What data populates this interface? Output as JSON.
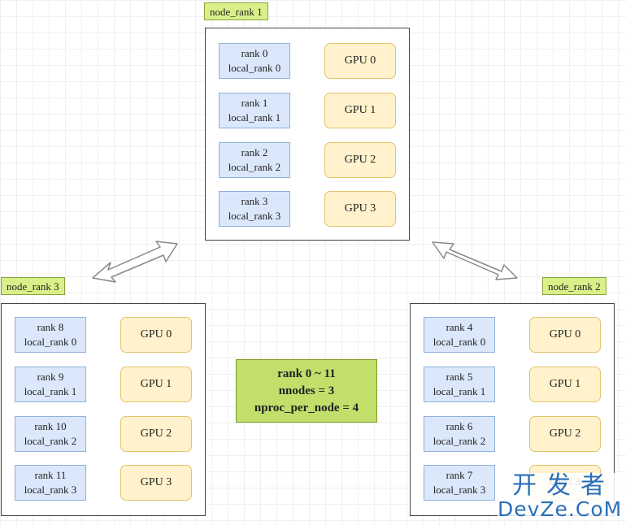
{
  "nodes": [
    {
      "label": "node_rank 1",
      "ranks": [
        {
          "rank": "rank 0",
          "local": "local_rank 0",
          "gpu": "GPU 0"
        },
        {
          "rank": "rank 1",
          "local": "local_rank 1",
          "gpu": "GPU 1"
        },
        {
          "rank": "rank 2",
          "local": "local_rank 2",
          "gpu": "GPU 2"
        },
        {
          "rank": "rank 3",
          "local": "local_rank 3",
          "gpu": "GPU 3"
        }
      ]
    },
    {
      "label": "node_rank 3",
      "ranks": [
        {
          "rank": "rank 8",
          "local": "local_rank 0",
          "gpu": "GPU 0"
        },
        {
          "rank": "rank 9",
          "local": "local_rank 1",
          "gpu": "GPU 1"
        },
        {
          "rank": "rank 10",
          "local": "local_rank 2",
          "gpu": "GPU 2"
        },
        {
          "rank": "rank 11",
          "local": "local_rank 3",
          "gpu": "GPU 3"
        }
      ]
    },
    {
      "label": "node_rank 2",
      "ranks": [
        {
          "rank": "rank 4",
          "local": "local_rank 0",
          "gpu": "GPU 0"
        },
        {
          "rank": "rank 5",
          "local": "local_rank 1",
          "gpu": "GPU 1"
        },
        {
          "rank": "rank 6",
          "local": "local_rank 2",
          "gpu": "GPU 2"
        },
        {
          "rank": "rank 7",
          "local": "local_rank 3",
          "gpu": "GPU 3"
        }
      ]
    }
  ],
  "summary": {
    "line1": "rank 0 ~ 11",
    "line2": "nnodes = 3",
    "line3": "nproc_per_node = 4"
  },
  "watermark": {
    "cn": "开发者",
    "en": "DevZe.CoM"
  }
}
